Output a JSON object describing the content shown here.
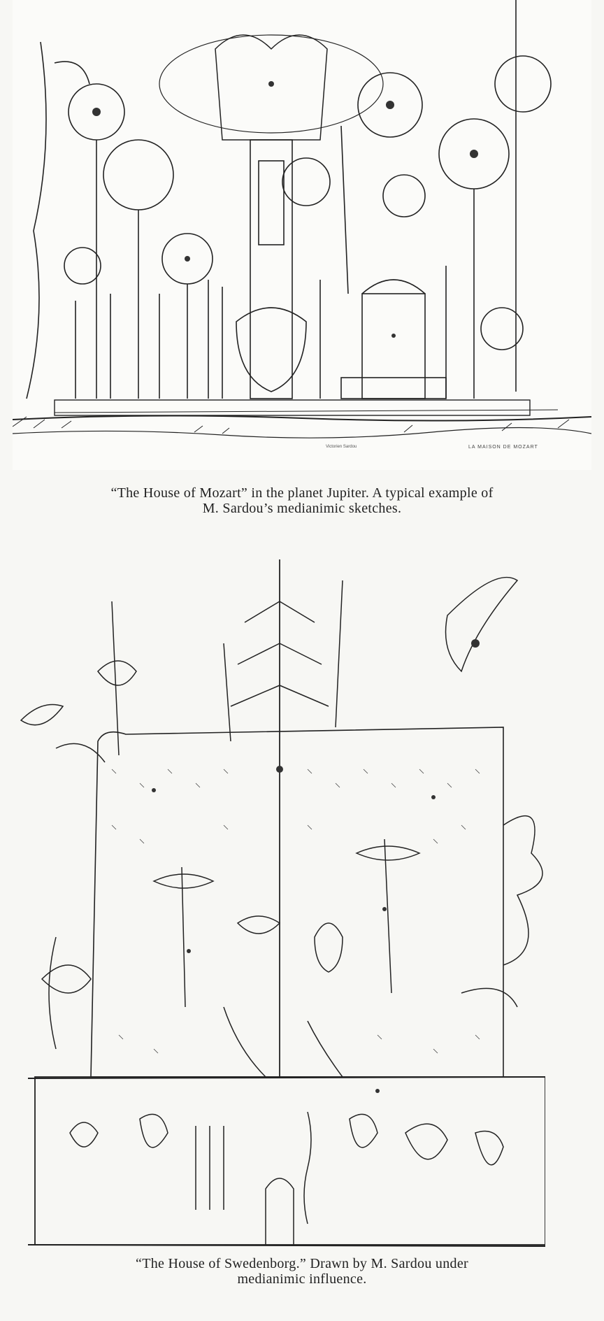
{
  "figure_top": {
    "caption_line1": "“The House of Mozart” in the planet Jupiter. A typical example of",
    "caption_line2": "M. Sardou’s medianimic sketches.",
    "imprint": "LA MAISON DE MOZART",
    "signature": "Victorien Sardou"
  },
  "figure_bottom": {
    "caption_line1": "“The House of Swedenborg.” Drawn by M. Sardou under",
    "caption_line2": "medianimic influence."
  },
  "colors": {
    "paper": "#f7f7f4",
    "ink": "#1a1a1a"
  }
}
